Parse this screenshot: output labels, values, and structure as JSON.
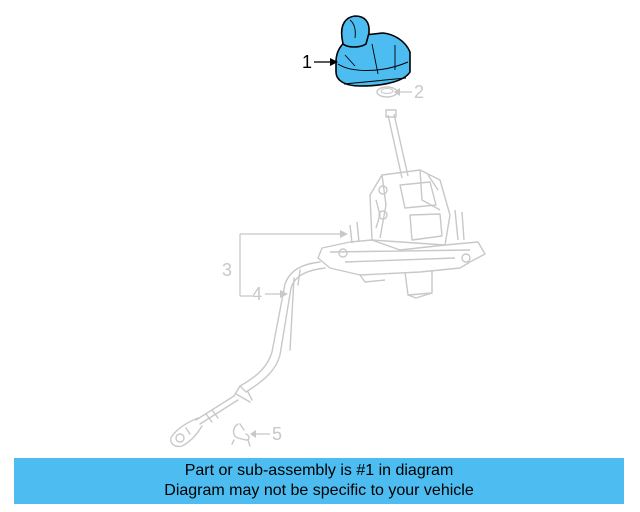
{
  "callouts": {
    "c1": "1",
    "c2": "2",
    "c3": "3",
    "c4": "4",
    "c5": "5"
  },
  "banner": {
    "line1": "Part or sub-assembly is #1 in diagram",
    "line2": "Diagram may not be specific to your vehicle",
    "color": "#4dbcf0"
  },
  "colors": {
    "highlight_part": "#4dbcf0",
    "faded_parts": "#c8c8c8",
    "outline": "#000000"
  }
}
